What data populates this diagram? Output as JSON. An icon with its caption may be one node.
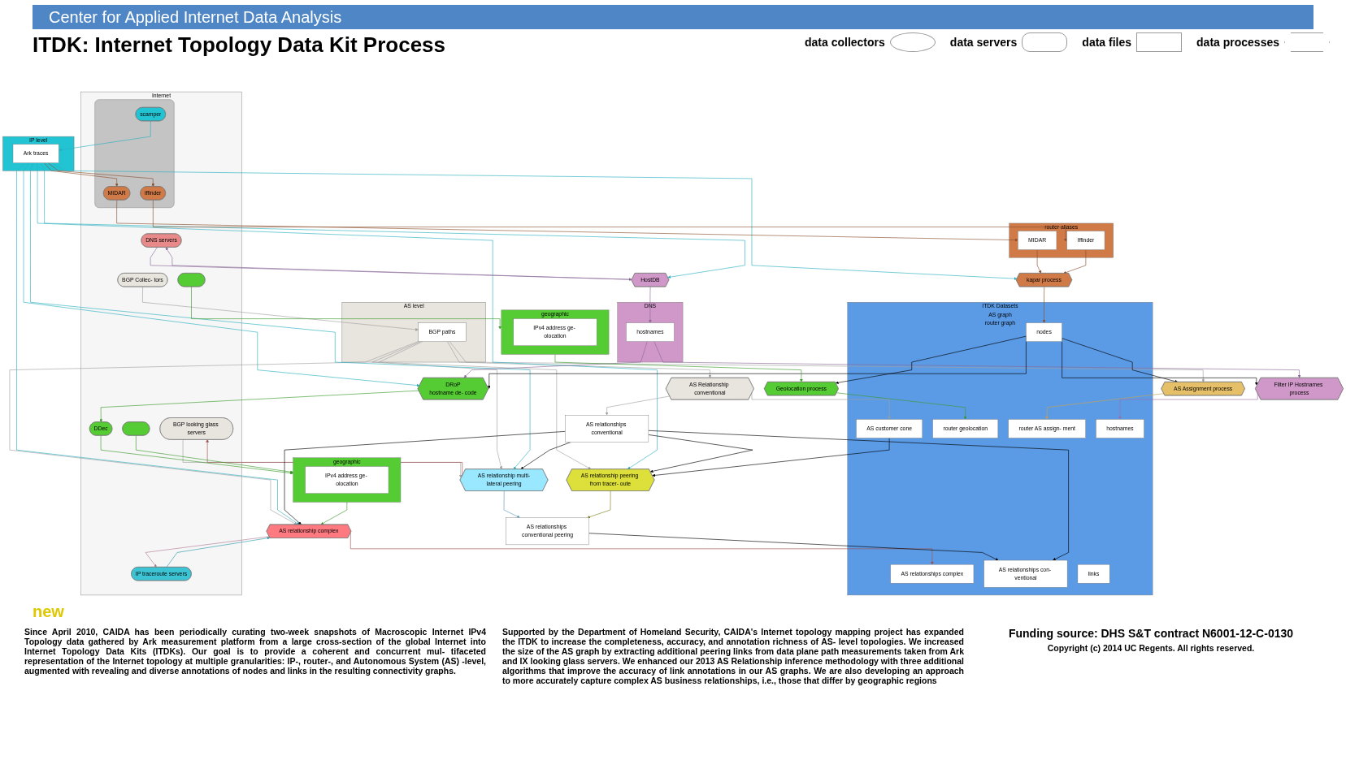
{
  "diagram": {
    "title": "ITDK: Internet Topology Data Kit Process",
    "nodes": [
      {
        "text": [
          "Internet"
        ]
      },
      {
        "text": [
          "IP traceroute servers"
        ],
        "in": 0
      },
      {
        "text": [
          "BGP looking glass servers"
        ],
        "in": 0
      },
      {
        "text": [
          "BGP Collec- tors"
        ],
        "in": 0
      },
      {
        "text": [
          "DDec"
        ],
        "in": 0
      },
      {
        "text": [],
        "shape": "box",
        "in": 0
      },
      {
        "text": [],
        "shape": "box",
        "in": 0
      },
      {
        "text": [
          "DNS servers"
        ],
        "in": 0
      },
      {
        "text": [],
        "shape": "box",
        "in": 0
      },
      {
        "text": [
          "scamper"
        ],
        "in": 8
      },
      {
        "text": [
          "MIDAR"
        ],
        "in": 8
      },
      {
        "text": [
          "iffinder"
        ],
        "in": 8
      },
      {
        "text": [
          "geographic"
        ]
      },
      {
        "text": [
          "IPv4 address ge- olocation"
        ],
        "in": 12
      },
      {
        "text": [
          "AS level"
        ]
      },
      {
        "text": [
          "BGP paths"
        ],
        "in": 14
      },
      {
        "text": [
          "geographic"
        ]
      },
      {
        "text": [
          "IPv4 address ge- olocation"
        ],
        "in": 16
      },
      {
        "text": [
          "HostDB"
        ]
      },
      {
        "text": [
          "DNS"
        ]
      },
      {
        "text": [
          "hostnames"
        ],
        "in": 19
      },
      {
        "text": [
          "IP level"
        ]
      },
      {
        "text": [
          "Ark traces"
        ],
        "in": 21
      },
      {
        "text": [
          "router aliases"
        ]
      },
      {
        "text": [
          "MIDAR"
        ],
        "in": 23
      },
      {
        "text": [
          "Iffinder"
        ],
        "in": 23
      },
      {
        "text": [
          "AS relationship complex"
        ]
      },
      {
        "text": [
          "AS relationship multi-lateral peering"
        ]
      },
      {
        "text": [
          "AS relationship peering from tracer- oute"
        ]
      },
      {
        "text": [
          "AS Relationship conventional"
        ]
      },
      {
        "text": [
          "Geolocation process"
        ]
      },
      {
        "text": [
          "DRoP",
          "hostname de- code"
        ]
      },
      {
        "text": [
          "AS Assignment process"
        ]
      },
      {
        "text": [
          "Filter IP Hostnames process"
        ]
      },
      {
        "text": [
          "kapar process"
        ]
      },
      {
        "text": [
          "AS relationships conventional peering"
        ]
      },
      {
        "text": [
          "AS relationships conventional"
        ]
      },
      {
        "text": [
          "ITDK Datasets",
          "AS graph",
          "router graph"
        ]
      },
      {
        "text": [
          "AS relationships complex"
        ],
        "in": 37
      },
      {
        "text": [
          "AS relationships con- ventional"
        ],
        "in": 37
      },
      {
        "text": [
          "AS customer cone"
        ],
        "in": 37
      },
      {
        "text": [
          "router geolocation"
        ],
        "in": 37
      },
      {
        "text": [
          "router AS assign- ment"
        ],
        "in": 37
      },
      {
        "text": [
          "hostnames"
        ],
        "in": 37
      },
      {
        "text": [
          "nodes"
        ],
        "in": 37
      },
      {
        "text": [
          "links"
        ],
        "in": 37
      }
    ],
    "edges": [
      {
        "from": 1,
        "to": 26,
        "arrow": "to",
        "color": "#2a98a8"
      },
      {
        "from": 26,
        "to": 1,
        "arrow": "to",
        "color": "#b07a96"
      },
      {
        "from": 2,
        "to": 27,
        "arrow": "to",
        "color": "#a0a0a0"
      },
      {
        "from": 27,
        "to": 2,
        "arrow": "to",
        "color": "#a05050"
      },
      {
        "from": 4,
        "to": 12,
        "arrow": "to",
        "color": "#3a9a2a"
      },
      {
        "from": 5,
        "to": 12,
        "arrow": "to",
        "color": "#3a9a2a"
      },
      {
        "from": 31,
        "to": 4,
        "arrow": "to",
        "color": "#3a9a2a"
      },
      {
        "from": 6,
        "to": 16,
        "arrow": "to",
        "color": "#3a9a2a"
      },
      {
        "from": 12,
        "to": 26,
        "arrow": "to",
        "color": "#3a9a2a"
      },
      {
        "from": 16,
        "to": 30,
        "arrow": "to",
        "color": "#3a9a2a"
      },
      {
        "from": 3,
        "to": 15,
        "arrow": "to",
        "color": "#a0a0a0"
      },
      {
        "from": 15,
        "to": 26,
        "arrow": "to",
        "color": "#a0a0a0"
      },
      {
        "from": 15,
        "to": 27,
        "arrow": "to",
        "color": "#a0a0a0"
      },
      {
        "from": 15,
        "to": 28,
        "arrow": "to",
        "color": "#a0a0a0"
      },
      {
        "from": 15,
        "to": 29,
        "arrow": "to",
        "color": "#a0a0a0"
      },
      {
        "from": 15,
        "to": 32,
        "arrow": "to",
        "color": "#a0a0a0"
      },
      {
        "from": 9,
        "to": 22,
        "arrow": "to",
        "color": "#2ab0c0"
      },
      {
        "from": 22,
        "to": 18,
        "arrow": "to",
        "color": "#2ab0c0"
      },
      {
        "from": 22,
        "to": 26,
        "arrow": "to",
        "color": "#2ab0c0"
      },
      {
        "from": 22,
        "to": 27,
        "arrow": "to",
        "color": "#2ab0c0"
      },
      {
        "from": 22,
        "to": 28,
        "arrow": "to",
        "color": "#2ab0c0"
      },
      {
        "from": 22,
        "to": 31,
        "arrow": "to",
        "color": "#2ab0c0"
      },
      {
        "from": 22,
        "to": 34,
        "arrow": "to",
        "color": "#2ab0c0"
      },
      {
        "from": 22,
        "to": 10,
        "arrow": "to",
        "color": "#8a5030"
      },
      {
        "from": 22,
        "to": 11,
        "arrow": "to",
        "color": "#8a5030"
      },
      {
        "from": 10,
        "to": 24,
        "arrow": "to",
        "color": "#8a5030"
      },
      {
        "from": 11,
        "to": 25,
        "arrow": "to",
        "color": "#8a5030"
      },
      {
        "from": 24,
        "to": 34,
        "arrow": "to",
        "color": "#8a5030"
      },
      {
        "from": 25,
        "to": 34,
        "arrow": "to",
        "color": "#8a5030"
      },
      {
        "from": 7,
        "to": 18,
        "arrow": "to",
        "color": "#8a6a9a"
      },
      {
        "from": 18,
        "to": 7,
        "arrow": "to",
        "color": "#8a6a9a"
      },
      {
        "from": 18,
        "to": 20,
        "arrow": "to",
        "color": "#8a6a9a"
      },
      {
        "from": 20,
        "to": 31,
        "arrow": "to",
        "color": "#8a6a9a"
      },
      {
        "from": 20,
        "to": 33,
        "arrow": "to",
        "color": "#8a6a9a"
      },
      {
        "from": 34,
        "to": 44,
        "arrow": "to",
        "color": "#8a5030"
      },
      {
        "from": 30,
        "to": 41,
        "arrow": "to",
        "color": "#3a9a2a"
      },
      {
        "from": 32,
        "to": 42,
        "arrow": "to",
        "color": "#c8a050"
      },
      {
        "from": 33,
        "to": 43,
        "arrow": "to",
        "color": "#a070a8"
      },
      {
        "from": 44,
        "to": 30,
        "arrow": "to"
      },
      {
        "from": 44,
        "to": 31,
        "arrow": "to"
      },
      {
        "from": 44,
        "to": 32,
        "arrow": "to"
      },
      {
        "from": 44,
        "to": 33,
        "arrow": "to"
      },
      {
        "from": 26,
        "to": 38,
        "arrow": "to",
        "color": "#a05050"
      },
      {
        "from": 36,
        "to": 26,
        "arrow": "to"
      },
      {
        "from": 36,
        "to": 27,
        "arrow": "to"
      },
      {
        "from": 36,
        "to": 28,
        "arrow": "to"
      },
      {
        "from": 27,
        "to": 35,
        "arrow": "to",
        "color": "#5a9ab8"
      },
      {
        "from": 28,
        "to": 35,
        "arrow": "to",
        "color": "#808020"
      },
      {
        "from": 29,
        "to": 36,
        "arrow": "to",
        "color": "#a0a0a0"
      },
      {
        "from": 29,
        "to": 40,
        "arrow": "to",
        "color": "#a0a0a0"
      },
      {
        "from": 35,
        "to": 39,
        "arrow": "to"
      },
      {
        "from": 36,
        "to": 39,
        "arrow": "to"
      },
      {
        "from": 40,
        "to": 28,
        "arrow": "to"
      }
    ],
    "labels": [
      "Center for Applied Internet Data Analysis",
      "new",
      "Since April 2010, CAIDA has been periodically curating two-week snapshots of Macroscopic Internet IPv4 Topology data gathered by Ark measurement platform from a large cross-section of the global Internet into Internet Topology Data Kits (ITDKs). Our goal is to provide a coherent and concurrent mul- tifaceted representation of the Internet topology at multiple granularities: IP-, router-, and Autonomous System (AS) -level, augmented with revealing and diverse annotations of nodes and links in the resulting connectivity graphs.",
      "Supported by the Department of Homeland Security, CAIDA's Internet topology mapping project has expanded the ITDK to increase the completeness, accuracy, and annotation richness of AS- level topologies. We increased the size of the AS graph by extracting additional peering links from data plane path measurements taken from Ark and IX looking glass servers. We enhanced our 2013 AS Relationship inference methodology with three additional algorithms that improve the accuracy of link annotations in our AS graphs. We are also developing an approach to more accurately capture complex AS business relationships, i.e., those that differ by geographic regions",
      "Funding source: DHS S&T contract N6001-12-C-0130",
      "Copyright (c) 2014 UC Regents. All rights reserved."
    ],
    "legend": [
      {
        "text": "data collectors"
      },
      {
        "text": "data servers"
      },
      {
        "text": "data files"
      },
      {
        "text": "data processes"
      }
    ]
  }
}
